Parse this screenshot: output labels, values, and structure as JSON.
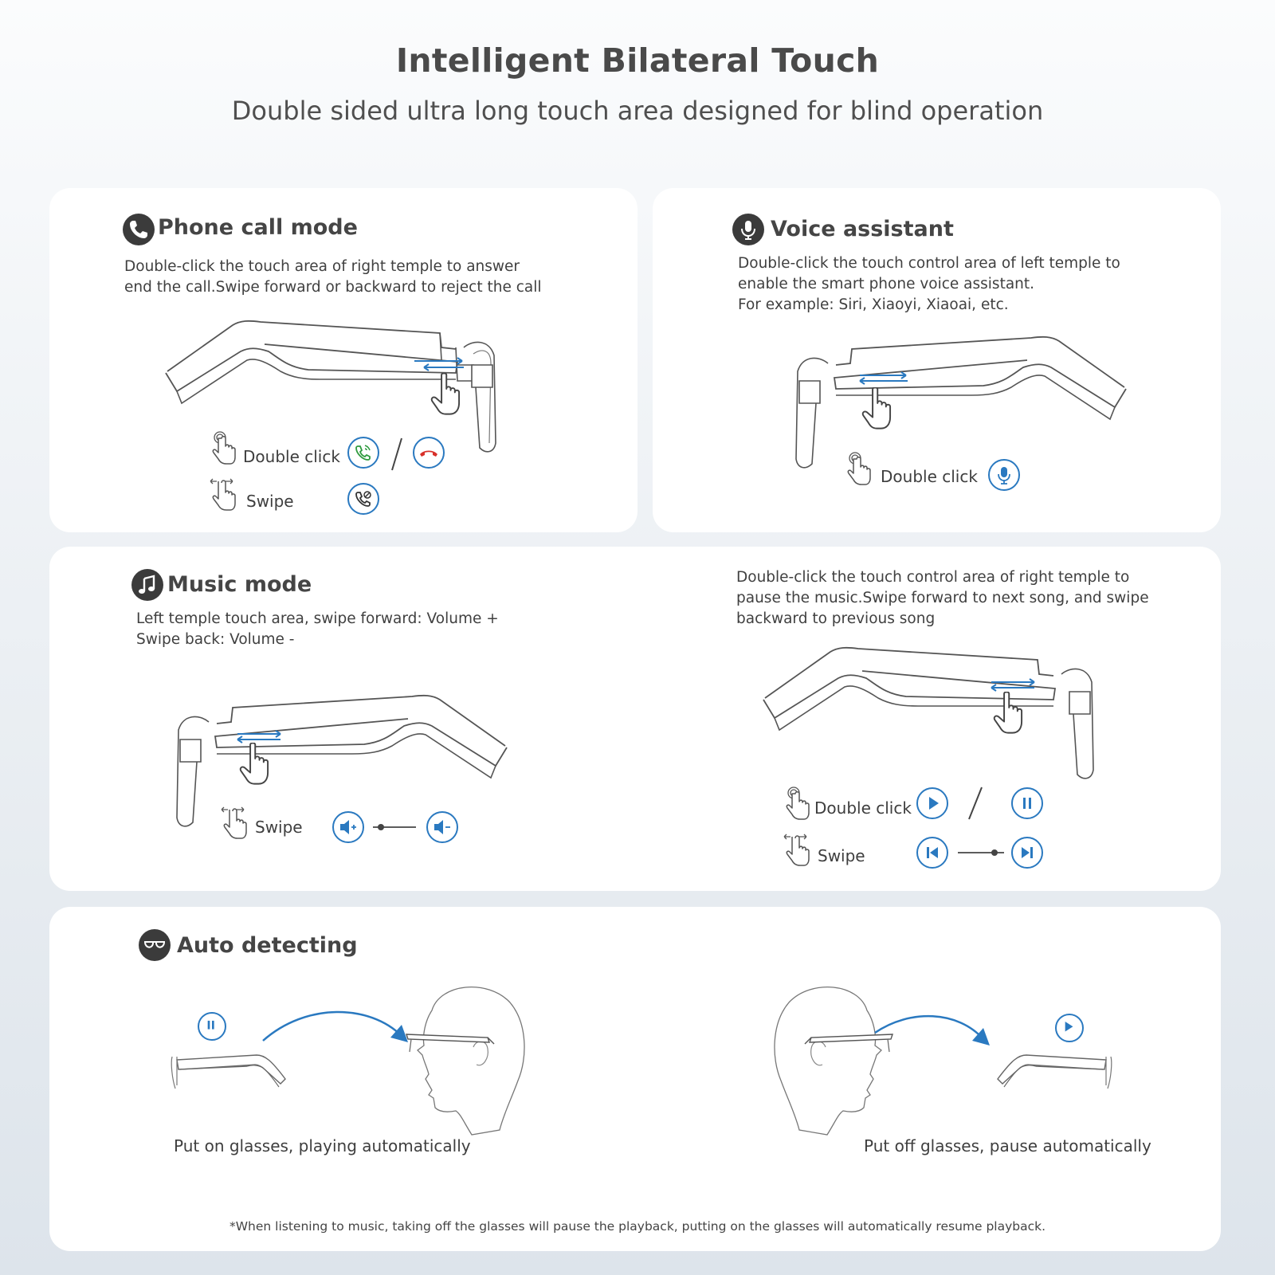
{
  "header": {
    "title": "Intelligent Bilateral Touch",
    "subtitle": "Double sided ultra long touch area designed for blind operation"
  },
  "phone_call": {
    "title": "Phone call mode",
    "icon": "phone-icon",
    "description": [
      "Double-click the touch area of right temple to answer",
      "end the call.Swipe forward or backward to reject the call"
    ],
    "actions": [
      {
        "gesture": "double-tap-gesture-icon",
        "label": "Double click",
        "icons": [
          "answer-call-icon",
          "end-call-icon"
        ]
      },
      {
        "gesture": "swipe-gesture-icon",
        "label": "Swipe",
        "icons": [
          "reject-call-icon"
        ]
      }
    ]
  },
  "voice_assistant": {
    "title": "Voice assistant",
    "icon": "microphone-icon",
    "description": [
      "Double-click the touch control area of left temple to",
      "enable the smart phone voice assistant.",
      "For example: Siri, Xiaoyi, Xiaoai, etc."
    ],
    "actions": [
      {
        "gesture": "double-tap-gesture-icon",
        "label": "Double click",
        "icons": [
          "microphone-icon"
        ]
      }
    ]
  },
  "music": {
    "title": "Music mode",
    "icon": "music-note-icon",
    "left_description": [
      "Left temple touch area, swipe forward: Volume +",
      "Swipe back: Volume -"
    ],
    "left_actions": [
      {
        "gesture": "swipe-gesture-icon",
        "label": "Swipe",
        "icons": [
          "volume-up-icon",
          "volume-down-icon"
        ]
      }
    ],
    "right_description": [
      "Double-click the touch control area of right temple to",
      "pause the music.Swipe forward to next song, and swipe",
      "backward to previous song"
    ],
    "right_actions": [
      {
        "gesture": "double-tap-gesture-icon",
        "label": "Double click",
        "icons": [
          "play-icon",
          "pause-icon"
        ]
      },
      {
        "gesture": "swipe-gesture-icon",
        "label": "Swipe",
        "icons": [
          "previous-track-icon",
          "next-track-icon"
        ]
      }
    ]
  },
  "auto_detect": {
    "title": "Auto detecting",
    "icon": "glasses-icon",
    "left_caption": "Put on glasses, playing automatically",
    "right_caption": "Put off glasses, pause automatically",
    "footnote": "*When listening to music, taking off the glasses will pause the playback, putting on the glasses will automatically resume playback."
  },
  "colors": {
    "accent_blue": "#2a79c0",
    "answer_green": "#2e9a3e",
    "end_red": "#d8302a",
    "icon_dark": "#3b3b3b"
  }
}
